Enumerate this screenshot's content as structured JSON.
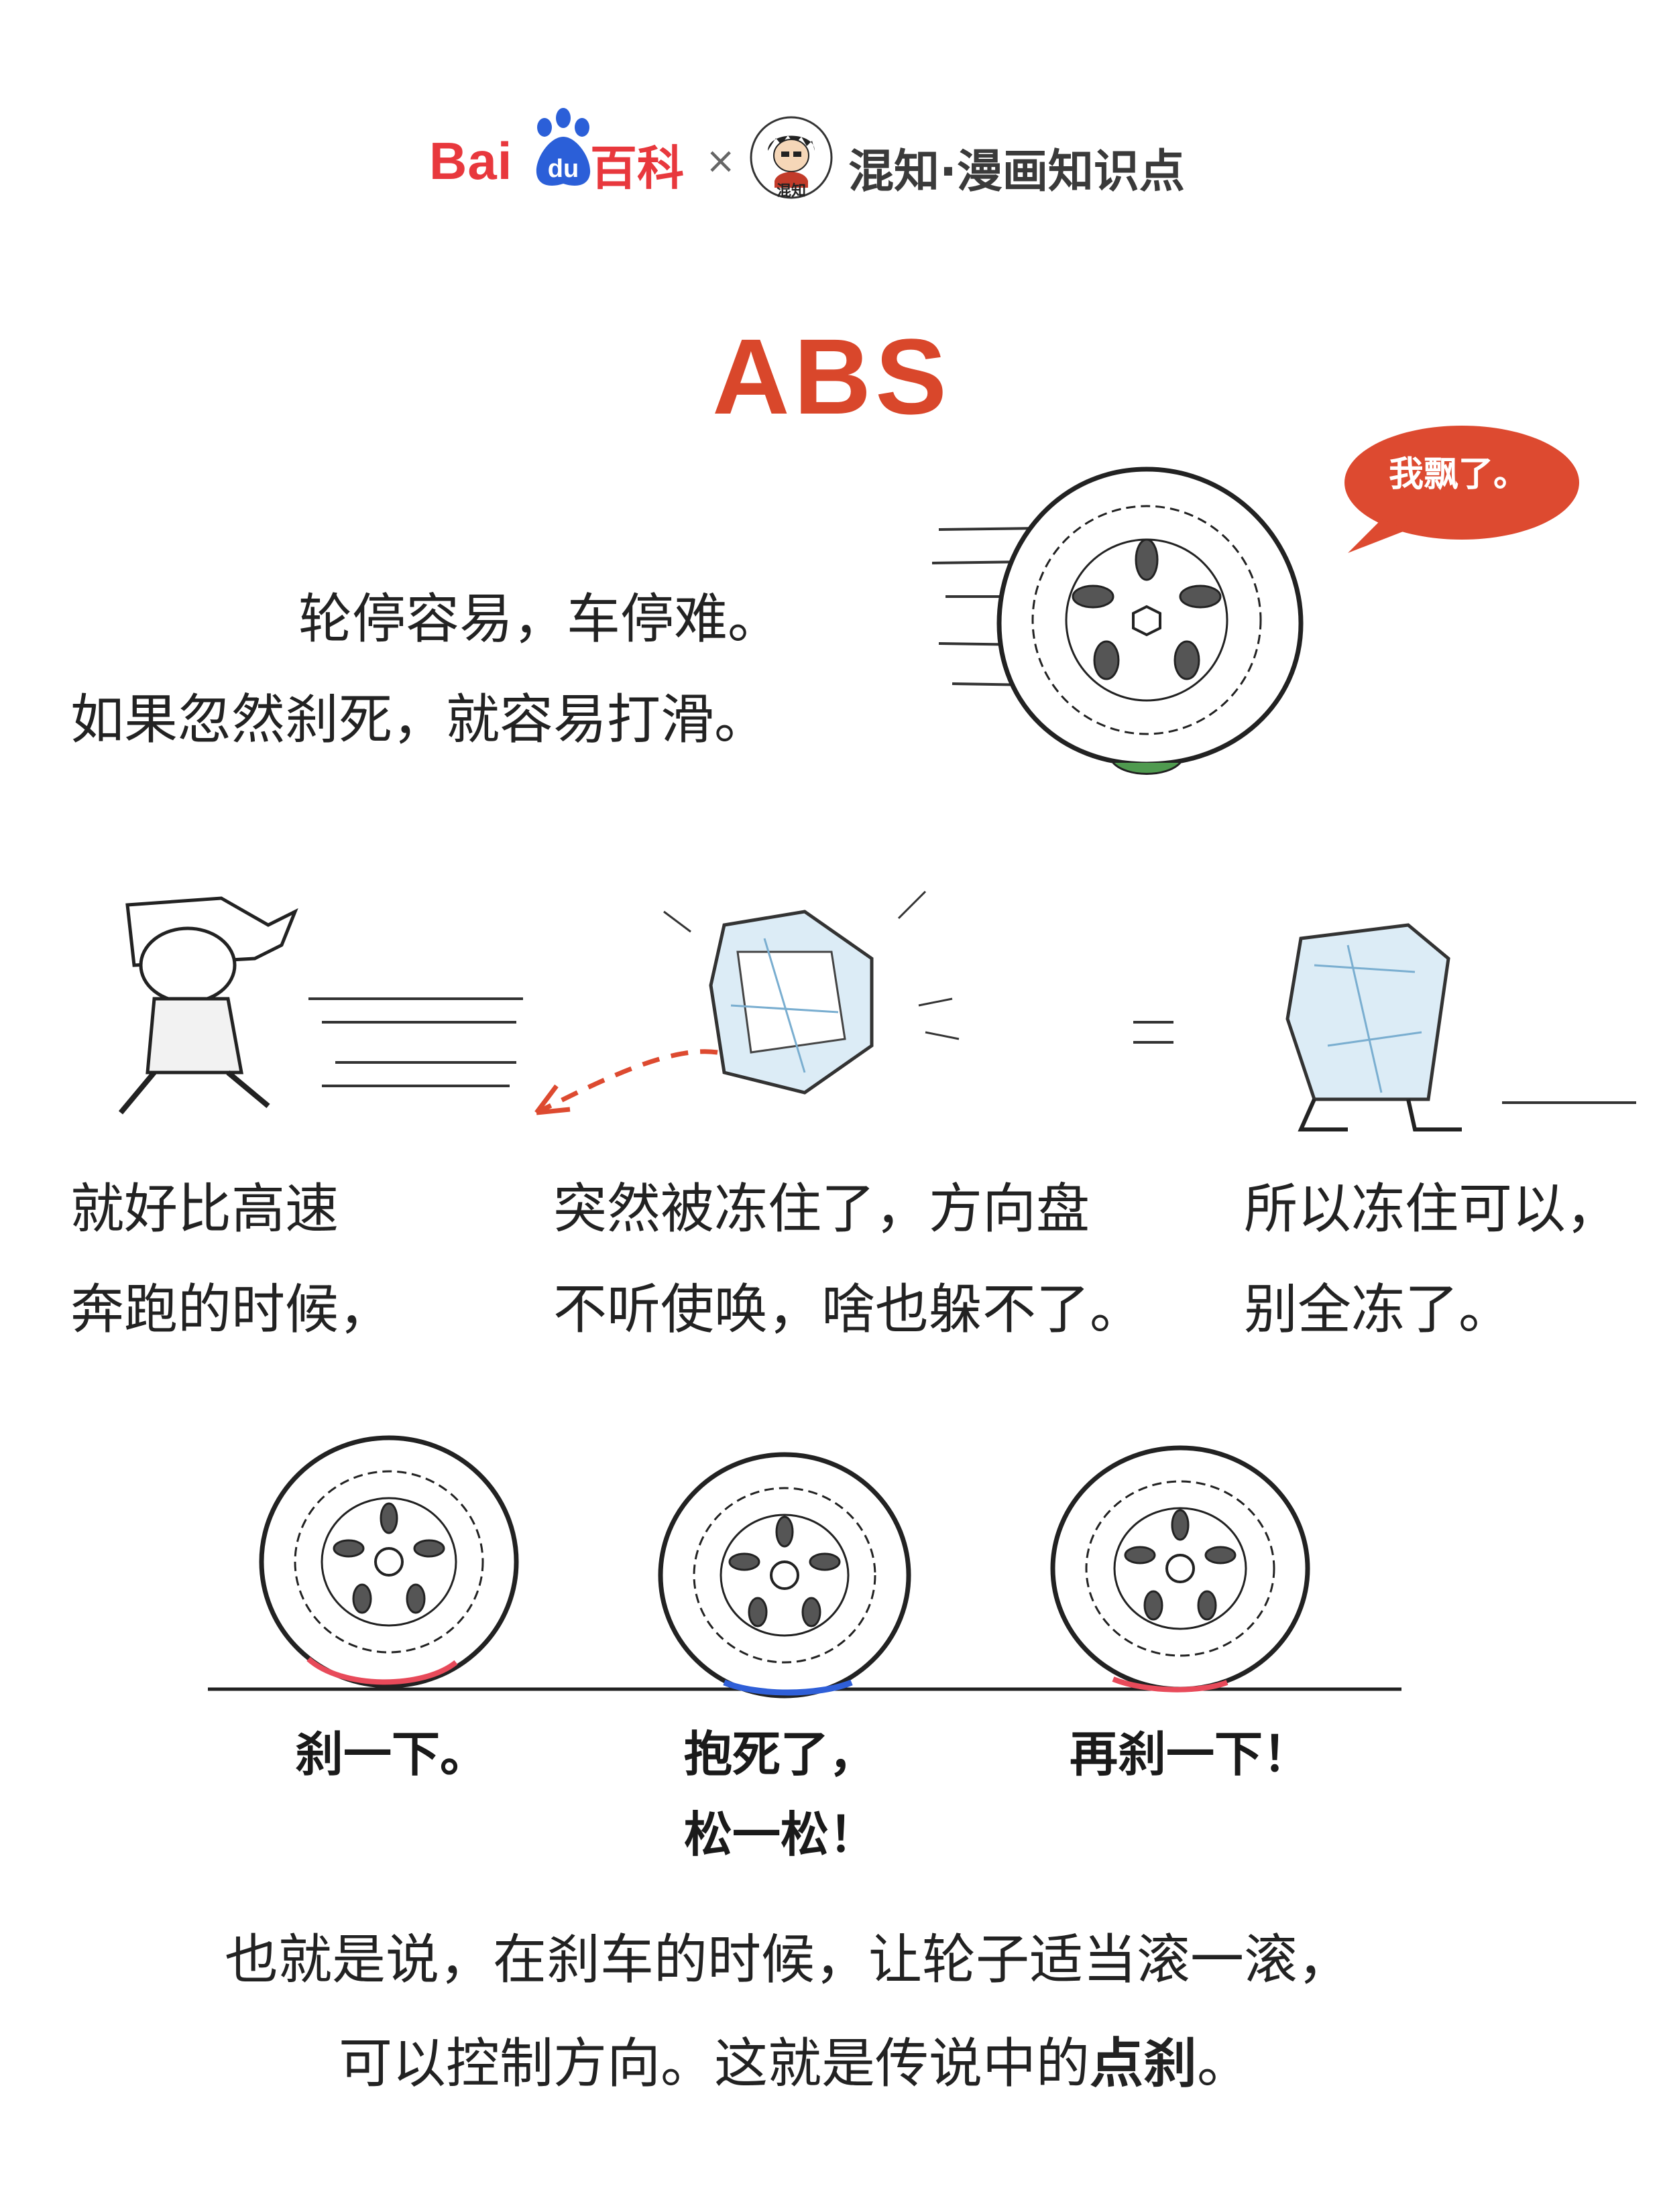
{
  "header": {
    "baidu": "Bai",
    "baidu_du": "du",
    "baike": "百科",
    "times": "×",
    "avatar_label": "混知",
    "series": "混知·漫画知识点"
  },
  "title": "ABS",
  "bubble": "我飘了。",
  "intro": {
    "line1": "轮停容易，车停难。",
    "line2": "如果忽然刹死，就容易打滑。"
  },
  "panels": [
    {
      "line1": "就好比高速",
      "line2": "奔跑的时候，"
    },
    {
      "line1": "突然被冻住了，方向盘",
      "line2": "不听使唤，啥也躲不了。"
    },
    {
      "line1": "所以冻住可以，",
      "line2": "别全冻了。"
    }
  ],
  "wheel_captions": [
    {
      "line1": "刹一下。",
      "line2": ""
    },
    {
      "line1": "抱死了，",
      "line2": "松一松！"
    },
    {
      "line1": "再刹一下！",
      "line2": ""
    }
  ],
  "conclusion": {
    "line1": "也就是说，在刹车的时候，让轮子适当滚一滚，",
    "line2_a": "可以控制方向。这就是传说中的",
    "line2_bold": "点刹",
    "line2_b": "。"
  },
  "colors": {
    "brand_red": "#e8383d",
    "title_red": "#d9472b",
    "bubble_red": "#dd4a30",
    "tire_green": "#4f9a4f"
  }
}
